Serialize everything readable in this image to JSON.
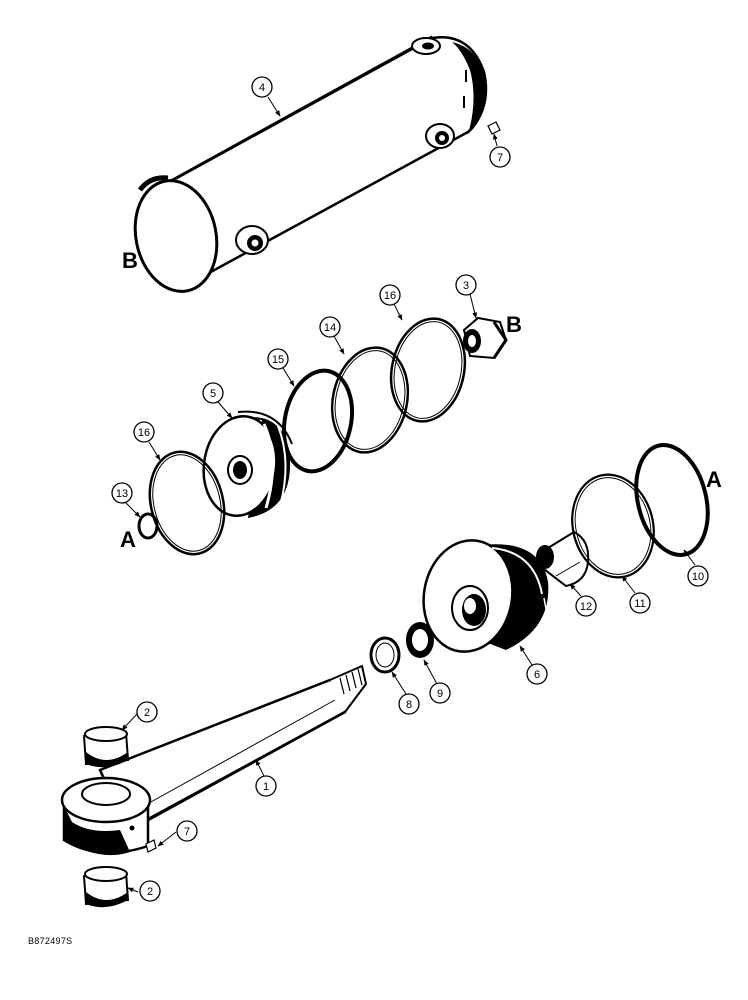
{
  "figure_id": "B872497S",
  "callouts": {
    "c1": "1",
    "c2a": "2",
    "c2b": "2",
    "c3": "3",
    "c4": "4",
    "c5": "5",
    "c6": "6",
    "c7a": "7",
    "c7b": "7",
    "c8": "8",
    "c9": "9",
    "c10": "10",
    "c11": "11",
    "c12": "12",
    "c13": "13",
    "c14": "14",
    "c15": "15",
    "c16a": "16",
    "c16b": "16"
  },
  "reference_letters": {
    "b_barrel": "B",
    "b_nut": "B",
    "a_wiper": "A",
    "a_ring": "A"
  }
}
